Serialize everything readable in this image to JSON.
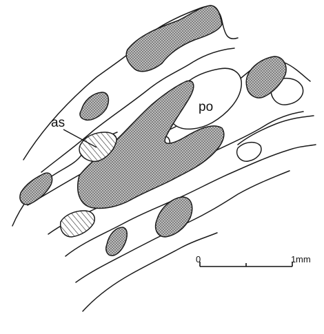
{
  "labels": {
    "as": "as",
    "po": "po"
  },
  "scale_bar": {
    "start_label": "0",
    "end_label": "1",
    "unit": "mm"
  },
  "colors": {
    "ink": "#1a1a1a",
    "stipple_fill": "#9a9a9a",
    "background": "#ffffff"
  }
}
